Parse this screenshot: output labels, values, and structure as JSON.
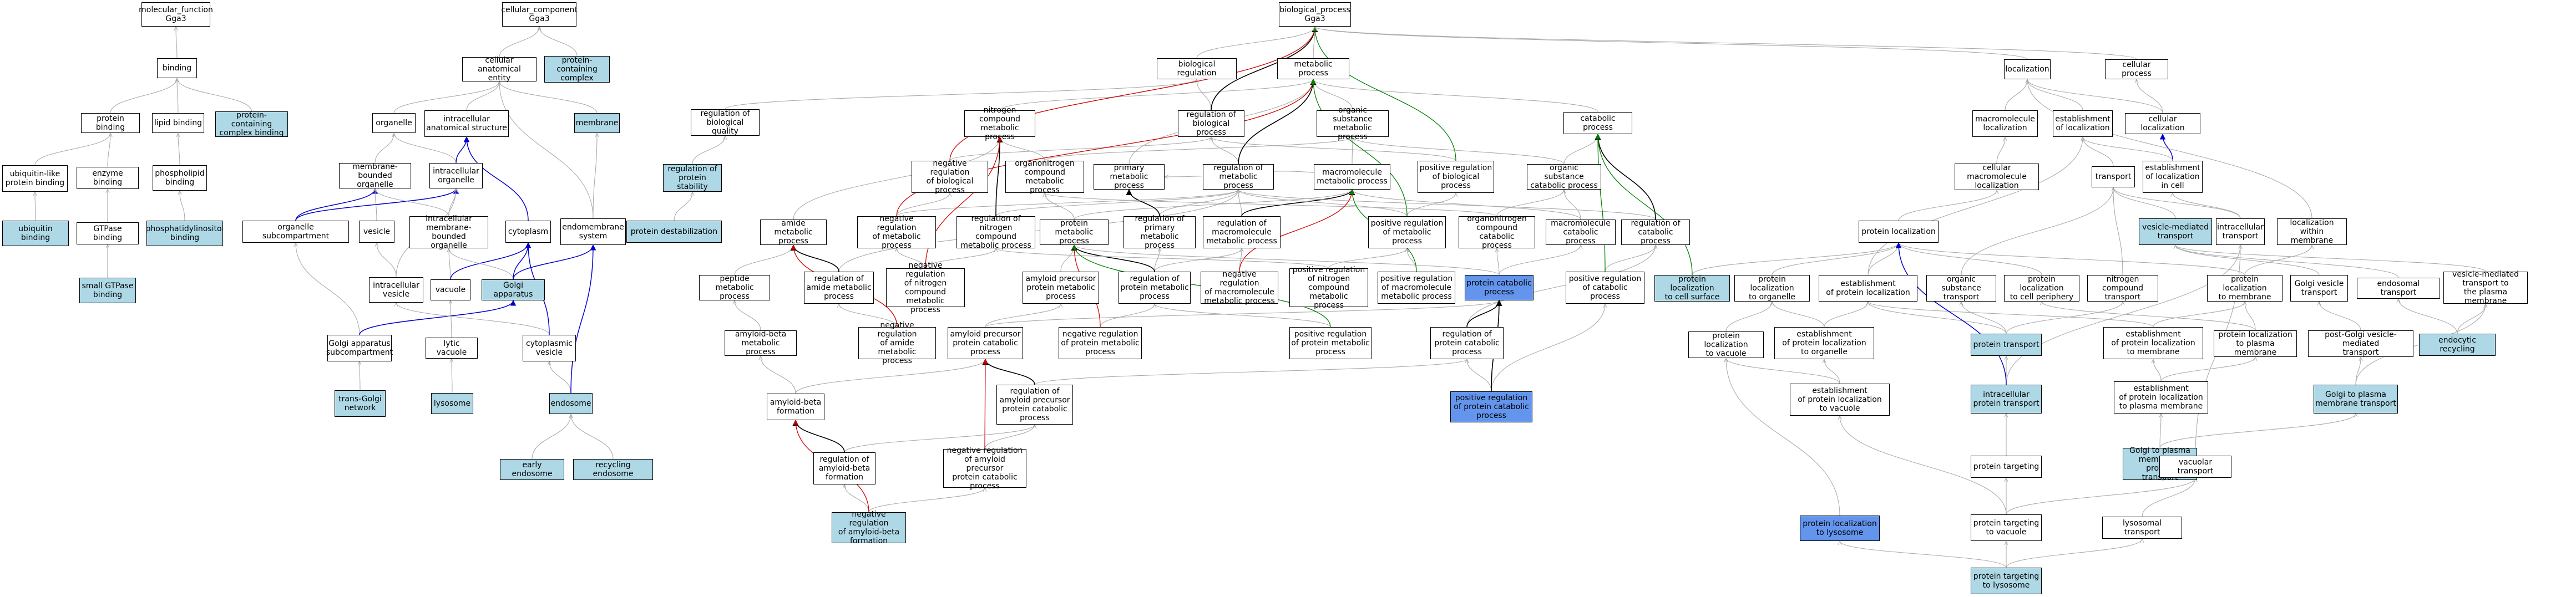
{
  "colors": {
    "light": "#aed8e6",
    "blue": "#6495ed",
    "is_a": "#aaaaaa",
    "part_of": "#000000",
    "regulates": "#000000",
    "neg": "#cc0000",
    "pos": "#008000",
    "occurs": "#0000cc"
  },
  "nodes": {
    "molecular_function": {
      "label": "molecular_function\nGga3",
      "fill": "white"
    },
    "binding": {
      "label": "binding",
      "fill": "white"
    },
    "protein_binding": {
      "label": "protein binding",
      "fill": "white"
    },
    "lipid_binding": {
      "label": "lipid binding",
      "fill": "white"
    },
    "pcc_binding": {
      "label": "protein-containing\ncomplex binding",
      "fill": "light"
    },
    "ubiq_like": {
      "label": "ubiquitin-like\nprotein binding",
      "fill": "white"
    },
    "enzyme_binding": {
      "label": "enzyme binding",
      "fill": "white"
    },
    "phospholipid_binding": {
      "label": "phospholipid\nbinding",
      "fill": "white"
    },
    "ubiq_binding": {
      "label": "ubiquitin binding",
      "fill": "light"
    },
    "gtpase_binding": {
      "label": "GTPase binding",
      "fill": "white"
    },
    "pip_binding": {
      "label": "phosphatidylinositol\nbinding",
      "fill": "light"
    },
    "small_gtpase": {
      "label": "small GTPase\nbinding",
      "fill": "light"
    },
    "cellular_component": {
      "label": "cellular_component\nGga3",
      "fill": "white"
    },
    "cae": {
      "label": "cellular anatomical\nentity",
      "fill": "white"
    },
    "pcc": {
      "label": "protein-containing\ncomplex",
      "fill": "light"
    },
    "organelle": {
      "label": "organelle",
      "fill": "white"
    },
    "ias": {
      "label": "intracellular\nanatomical structure",
      "fill": "white"
    },
    "membrane": {
      "label": "membrane",
      "fill": "light"
    },
    "mbo": {
      "label": "membrane-bounded\norganelle",
      "fill": "white"
    },
    "io": {
      "label": "intracellular\norganelle",
      "fill": "white"
    },
    "org_sub": {
      "label": "organelle subcompartment",
      "fill": "white"
    },
    "vesicle": {
      "label": "vesicle",
      "fill": "white"
    },
    "imbo": {
      "label": "intracellular\nmembrane-bounded\norganelle",
      "fill": "white"
    },
    "cytoplasm": {
      "label": "cytoplasm",
      "fill": "white"
    },
    "endomembrane": {
      "label": "endomembrane\nsystem",
      "fill": "white"
    },
    "iv": {
      "label": "intracellular\nvesicle",
      "fill": "white"
    },
    "vacuole": {
      "label": "vacuole",
      "fill": "white"
    },
    "golgi_app": {
      "label": "Golgi apparatus",
      "fill": "light"
    },
    "gas": {
      "label": "Golgi apparatus\nsubcompartment",
      "fill": "white"
    },
    "lytic_vac": {
      "label": "lytic vacuole",
      "fill": "white"
    },
    "cyto_ves": {
      "label": "cytoplasmic\nvesicle",
      "fill": "white"
    },
    "tgn": {
      "label": "trans-Golgi\nnetwork",
      "fill": "light"
    },
    "lysosome": {
      "label": "lysosome",
      "fill": "light"
    },
    "endosome": {
      "label": "endosome",
      "fill": "light"
    },
    "early_endo": {
      "label": "early endosome",
      "fill": "light"
    },
    "recyc_endo": {
      "label": "recycling endosome",
      "fill": "light"
    },
    "biological_process": {
      "label": "biological_process\nGga3",
      "fill": "white"
    },
    "biol_reg": {
      "label": "biological regulation",
      "fill": "white"
    },
    "metabolic": {
      "label": "metabolic process",
      "fill": "white"
    },
    "reg_bq": {
      "label": "regulation of\nbiological quality",
      "fill": "white"
    },
    "ncmp": {
      "label": "nitrogen compound\nmetabolic process",
      "fill": "white"
    },
    "reg_bp": {
      "label": "regulation of\nbiological process",
      "fill": "white"
    },
    "osmp": {
      "label": "organic substance\nmetabolic process",
      "fill": "white"
    },
    "catabolic": {
      "label": "catabolic process",
      "fill": "white"
    },
    "reg_ps": {
      "label": "regulation of\nprotein stability",
      "fill": "light"
    },
    "neg_reg_bp": {
      "label": "negative regulation\nof biological\nprocess",
      "fill": "white"
    },
    "oncmp": {
      "label": "organonitrogen\ncompound metabolic\nprocess",
      "fill": "white"
    },
    "pmp": {
      "label": "primary metabolic\nprocess",
      "fill": "white"
    },
    "reg_mp": {
      "label": "regulation of\nmetabolic process",
      "fill": "white"
    },
    "macro_mp": {
      "label": "macromolecule\nmetabolic process",
      "fill": "white"
    },
    "pos_reg_bp": {
      "label": "positive regulation\nof biological\nprocess",
      "fill": "white"
    },
    "oscp": {
      "label": "organic substance\ncatabolic process",
      "fill": "white"
    },
    "prot_destab": {
      "label": "protein destabilization",
      "fill": "light"
    },
    "amide_mp": {
      "label": "amide metabolic\nprocess",
      "fill": "white"
    },
    "neg_reg_mp": {
      "label": "negative regulation\nof metabolic\nprocess",
      "fill": "white"
    },
    "reg_ncmp": {
      "label": "regulation of\nnitrogen compound\nmetabolic process",
      "fill": "white"
    },
    "prot_mp": {
      "label": "protein metabolic\nprocess",
      "fill": "white"
    },
    "reg_pmp": {
      "label": "regulation of\nprimary metabolic\nprocess",
      "fill": "white"
    },
    "reg_macro_mp": {
      "label": "regulation of\nmacromolecule\nmetabolic process",
      "fill": "white"
    },
    "pos_reg_mp": {
      "label": "positive regulation\nof metabolic\nprocess",
      "fill": "white"
    },
    "onccp": {
      "label": "organonitrogen\ncompound catabolic\nprocess",
      "fill": "white"
    },
    "macro_cp": {
      "label": "macromolecule\ncatabolic process",
      "fill": "white"
    },
    "reg_cp": {
      "label": "regulation of\ncatabolic process",
      "fill": "white"
    },
    "pep_mp": {
      "label": "peptide metabolic\nprocess",
      "fill": "white"
    },
    "reg_amide": {
      "label": "regulation of\namide metabolic\nprocess",
      "fill": "white"
    },
    "neg_reg_ncmp": {
      "label": "negative regulation\nof nitrogen\ncompound metabolic\nprocess",
      "fill": "white"
    },
    "app_mp": {
      "label": "amyloid precursor\nprotein metabolic\nprocess",
      "fill": "white"
    },
    "reg_prot_mp": {
      "label": "regulation of\nprotein metabolic\nprocess",
      "fill": "white"
    },
    "neg_reg_macro": {
      "label": "negative regulation\nof macromolecule\nmetabolic process",
      "fill": "white"
    },
    "pos_reg_ncmp": {
      "label": "positive regulation\nof nitrogen\ncompound metabolic\nprocess",
      "fill": "white"
    },
    "pos_reg_macro": {
      "label": "positive regulation\nof macromolecule\nmetabolic process",
      "fill": "white"
    },
    "prot_cat": {
      "label": "protein catabolic\nprocess",
      "fill": "blue"
    },
    "pos_reg_cp": {
      "label": "positive regulation\nof catabolic\nprocess",
      "fill": "white"
    },
    "abeta_mp": {
      "label": "amyloid-beta\nmetabolic process",
      "fill": "white"
    },
    "neg_reg_amide": {
      "label": "negative regulation\nof amide metabolic\nprocess",
      "fill": "white"
    },
    "app_cat": {
      "label": "amyloid precursor\nprotein catabolic\nprocess",
      "fill": "white"
    },
    "neg_reg_prot_mp": {
      "label": "negative regulation\nof protein metabolic\nprocess",
      "fill": "white"
    },
    "pos_reg_prot_mp": {
      "label": "positive regulation\nof protein metabolic\nprocess",
      "fill": "white"
    },
    "reg_prot_cat": {
      "label": "regulation of\nprotein catabolic\nprocess",
      "fill": "white"
    },
    "abeta_form": {
      "label": "amyloid-beta\nformation",
      "fill": "white"
    },
    "reg_app_cat": {
      "label": "regulation of\namyloid precursor\nprotein catabolic\nprocess",
      "fill": "white"
    },
    "pos_reg_prot_cat": {
      "label": "positive regulation\nof protein catabolic\nprocess",
      "fill": "blue"
    },
    "reg_abeta": {
      "label": "regulation of\namyloid-beta\nformation",
      "fill": "white"
    },
    "neg_reg_app_cat": {
      "label": "negative regulation\nof amyloid precursor\nprotein catabolic\nprocess",
      "fill": "white"
    },
    "neg_reg_abeta": {
      "label": "negative regulation\nof amyloid-beta\nformation",
      "fill": "light"
    },
    "localization": {
      "label": "localization",
      "fill": "white"
    },
    "cell_proc": {
      "label": "cellular process",
      "fill": "white"
    },
    "macro_loc": {
      "label": "macromolecule\nlocalization",
      "fill": "white"
    },
    "est_loc": {
      "label": "establishment\nof localization",
      "fill": "white"
    },
    "cell_loc": {
      "label": "cellular localization",
      "fill": "white"
    },
    "cell_macro_loc": {
      "label": "cellular macromolecule\nlocalization",
      "fill": "white"
    },
    "transport": {
      "label": "transport",
      "fill": "white"
    },
    "est_loc_cell": {
      "label": "establishment\nof localization\nin cell",
      "fill": "white"
    },
    "prot_loc": {
      "label": "protein localization",
      "fill": "white"
    },
    "ves_transport": {
      "label": "vesicle-mediated\ntransport",
      "fill": "light"
    },
    "intra_transport": {
      "label": "intracellular\ntransport",
      "fill": "white"
    },
    "loc_membrane": {
      "label": "localization\nwithin membrane",
      "fill": "white"
    },
    "prot_loc_org": {
      "label": "protein localization\nto organelle",
      "fill": "white"
    },
    "est_prot_loc": {
      "label": "establishment\nof protein localization",
      "fill": "white"
    },
    "ost": {
      "label": "organic substance\ntransport",
      "fill": "white"
    },
    "prot_loc_periph": {
      "label": "protein localization\nto cell periphery",
      "fill": "white"
    },
    "nct": {
      "label": "nitrogen compound\ntransport",
      "fill": "white"
    },
    "prot_loc_membrane": {
      "label": "protein localization\nto membrane",
      "fill": "white"
    },
    "golgi_ves": {
      "label": "Golgi vesicle\ntransport",
      "fill": "white"
    },
    "endo_transport": {
      "label": "endosomal transport",
      "fill": "white"
    },
    "ves_pm": {
      "label": "vesicle-mediated\ntransport to\nthe plasma membrane",
      "fill": "white"
    },
    "prot_loc_surface": {
      "label": "protein localization\nto cell surface",
      "fill": "light"
    },
    "prot_loc_vac": {
      "label": "protein localization\nto vacuole",
      "fill": "white"
    },
    "est_prot_org": {
      "label": "establishment\nof protein localization\nto organelle",
      "fill": "white"
    },
    "prot_transport": {
      "label": "protein transport",
      "fill": "light"
    },
    "est_prot_mem": {
      "label": "establishment\nof protein localization\nto membrane",
      "fill": "white"
    },
    "prot_loc_pm": {
      "label": "protein localization\nto plasma membrane",
      "fill": "white"
    },
    "post_golgi": {
      "label": "post-Golgi vesicle-mediated\ntransport",
      "fill": "white"
    },
    "endo_recyc": {
      "label": "endocytic recycling",
      "fill": "light"
    },
    "est_prot_vac": {
      "label": "establishment\nof protein localization\nto vacuole",
      "fill": "white"
    },
    "intra_prot_transport": {
      "label": "intracellular\nprotein transport",
      "fill": "light"
    },
    "est_prot_pm": {
      "label": "establishment\nof protein localization\nto plasma membrane",
      "fill": "white"
    },
    "golgi_pm": {
      "label": "Golgi to plasma\nmembrane transport",
      "fill": "light"
    },
    "prot_targeting": {
      "label": "protein targeting",
      "fill": "white"
    },
    "golgi_pm_prot": {
      "label": "Golgi to plasma\nmembrane protein\ntransport",
      "fill": "light"
    },
    "vac_transport": {
      "label": "vacuolar transport",
      "fill": "white"
    },
    "prot_loc_lyso": {
      "label": "protein localization\nto lysosome",
      "fill": "blue"
    },
    "prot_target_vac": {
      "label": "protein targeting\nto vacuole",
      "fill": "white"
    },
    "lyso_transport": {
      "label": "lysosomal transport",
      "fill": "white"
    },
    "prot_target_lyso": {
      "label": "protein targeting\nto lysosome",
      "fill": "light"
    }
  }
}
